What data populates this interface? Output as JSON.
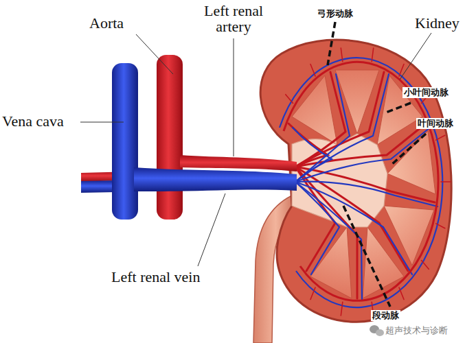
{
  "diagram": {
    "labels": [
      "Aorta",
      "Left renal artery",
      "Vena cava",
      "Left renal vein",
      "Kidney",
      "弓形动脉",
      "小叶间动脉",
      "叶间动脉",
      "段动脉",
      "超声技术与诊断"
    ]
  }
}
